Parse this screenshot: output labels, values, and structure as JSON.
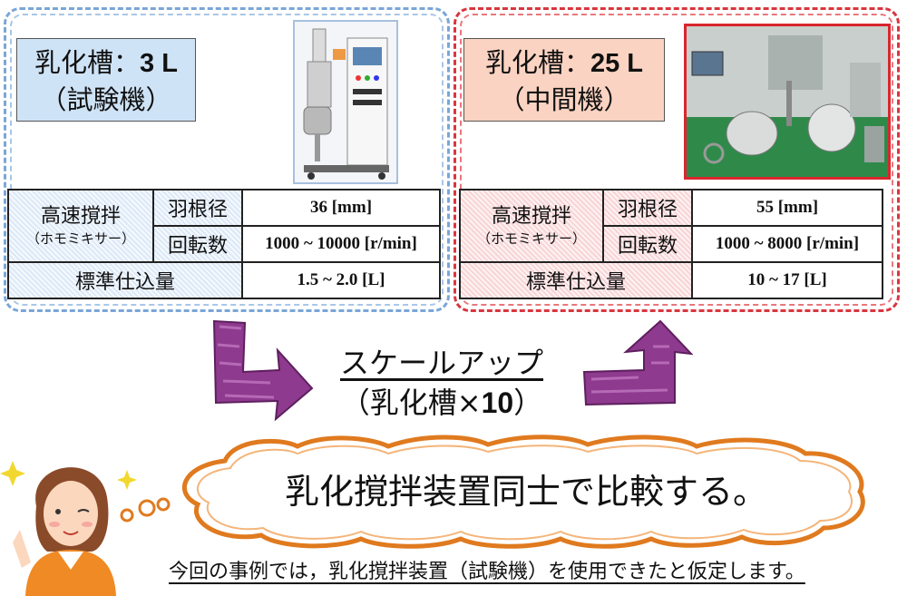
{
  "left": {
    "title_line1": "乳化槽：",
    "title_volume": "3 L",
    "title_line2": "（試験機）",
    "table": {
      "category": "高速撹拌",
      "category_sub": "（ホモミキサー）",
      "blade_label": "羽根径",
      "blade_value": "36 [mm]",
      "rpm_label": "回転数",
      "rpm_value": "1000 ~ 10000 [r/min]",
      "charge_label": "標準仕込量",
      "charge_value": "1.5 ~ 2.0 [L]"
    }
  },
  "right": {
    "title_line1": "乳化槽：",
    "title_volume": "25 L",
    "title_line2": "（中間機）",
    "table": {
      "category": "高速撹拌",
      "category_sub": "（ホモミキサー）",
      "blade_label": "羽根径",
      "blade_value": "55 [mm]",
      "rpm_label": "回転数",
      "rpm_value": "1000 ~ 8000 [r/min]",
      "charge_label": "標準仕込量",
      "charge_value": "10 ~ 17 [L]"
    }
  },
  "scaleup": {
    "line1": "スケールアップ",
    "line2_prefix": "（乳化槽×",
    "line2_num": "10",
    "line2_suffix": "）"
  },
  "cloud_text": "乳化撹拌装置同士で比較する。",
  "footnote": "今回の事例では，乳化撹拌装置（試験機）を使用できたと仮定します。",
  "colors": {
    "left_accent": "#7aa6d8",
    "right_accent": "#d9363e",
    "arrow": "#8e3a8e",
    "cloud_border": "#e07a1f"
  },
  "icons": [
    "scale-up-arrow-left",
    "scale-up-arrow-right",
    "thought-cloud",
    "sparkle-icon"
  ]
}
